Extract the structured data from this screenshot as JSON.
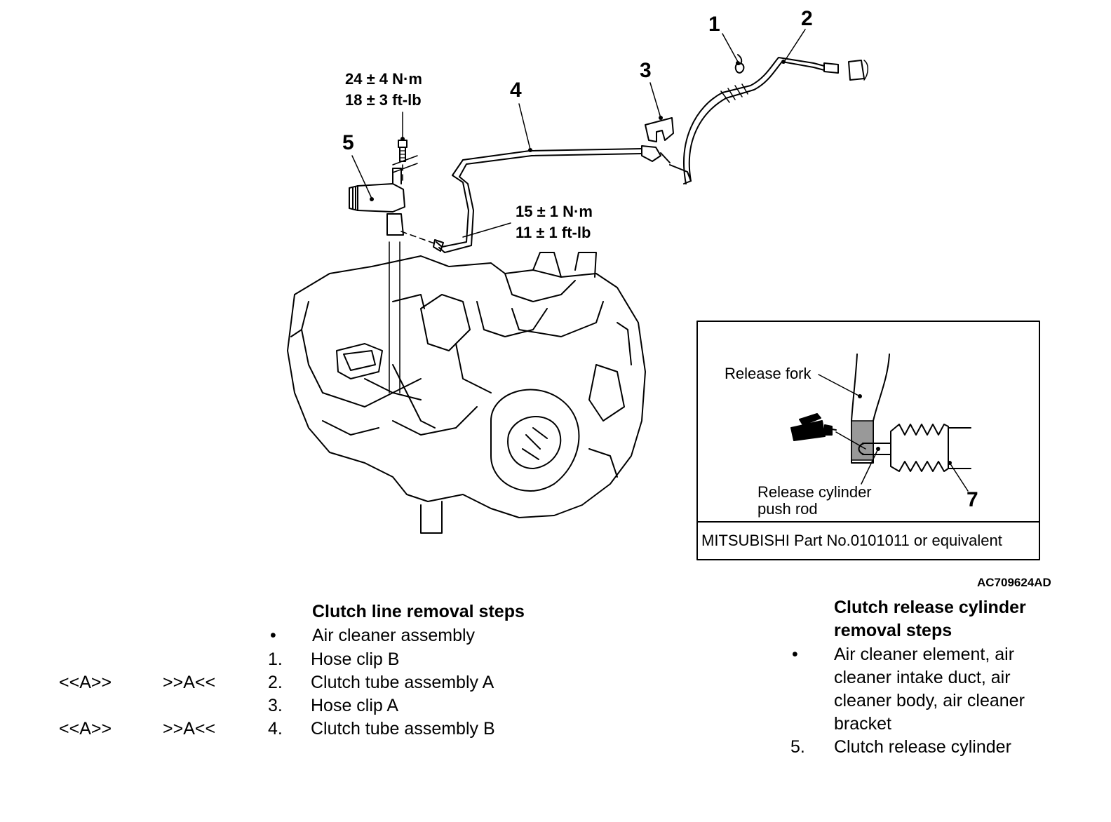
{
  "diagram": {
    "callouts": {
      "c1": "1",
      "c2": "2",
      "c3": "3",
      "c4": "4",
      "c5": "5",
      "c7": "7"
    },
    "torque_a": {
      "line1": "24 ± 4 N·m",
      "line2": "18 ± 3 ft-lb"
    },
    "torque_b": {
      "line1": "15 ± 1 N·m",
      "line2": "11 ± 1 ft-lb"
    },
    "inset": {
      "release_fork": "Release fork",
      "push_rod_line1": "Release cylinder",
      "push_rod_line2": "push rod",
      "part_note": "MITSUBISHI Part No.0101011 or equivalent"
    },
    "figure_id": "AC709624AD"
  },
  "clutch_line": {
    "title": "Clutch line removal steps",
    "steps": [
      {
        "marker": "•",
        "label": "Air cleaner assembly",
        "removal": "",
        "install": ""
      },
      {
        "marker": "1.",
        "label": "Hose clip B",
        "removal": "",
        "install": ""
      },
      {
        "marker": "2.",
        "label": "Clutch tube assembly A",
        "removal": "<<A>>",
        "install": ">>A<<"
      },
      {
        "marker": "3.",
        "label": "Hose clip A",
        "removal": "",
        "install": ""
      },
      {
        "marker": "4.",
        "label": "Clutch tube assembly B",
        "removal": "<<A>>",
        "install": ">>A<<"
      }
    ]
  },
  "release_cylinder": {
    "title_line1": "Clutch release cylinder",
    "title_line2": "removal steps",
    "steps": [
      {
        "marker": "•",
        "lines": [
          "Air cleaner element, air",
          "cleaner intake duct, air",
          "cleaner body, air cleaner",
          "bracket"
        ]
      },
      {
        "marker": "5.",
        "lines": [
          "Clutch release cylinder"
        ]
      }
    ]
  }
}
